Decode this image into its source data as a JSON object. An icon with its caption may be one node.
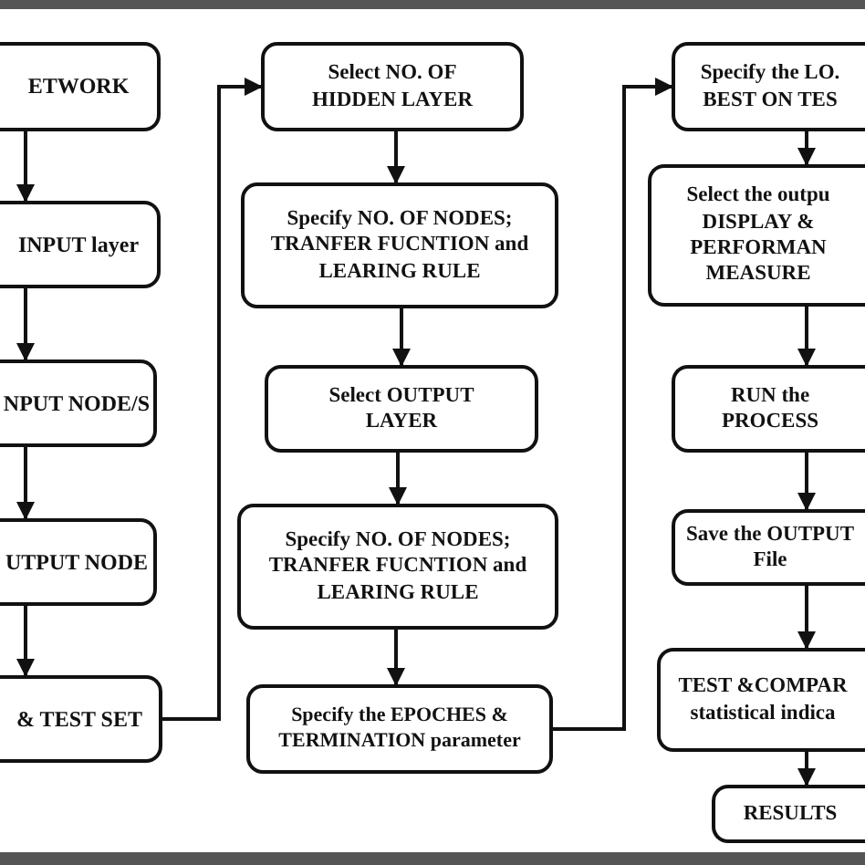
{
  "diagram": {
    "nodes": [
      {
        "text": [
          "ETWORK"
        ]
      },
      {
        "text": [
          "INPUT layer"
        ]
      },
      {
        "text": [
          "NPUT NODE/S"
        ]
      },
      {
        "text": [
          "UTPUT NODE"
        ]
      },
      {
        "text": [
          "& TEST SET"
        ]
      },
      {
        "text": [
          "Select NO. OF HIDDEN LAYER"
        ]
      },
      {
        "text": [
          "Specify NO. OF NODES; TRANFER FUCNTION and LEARING RULE"
        ]
      },
      {
        "text": [
          "Select OUTPUT LAYER"
        ]
      },
      {
        "text": [
          "Specify NO. OF NODES; TRANFER FUCNTION and LEARING RULE"
        ]
      },
      {
        "text": [
          "Specify the EPOCHES & TERMINATION parameter"
        ]
      },
      {
        "text": [
          "Specify the LO. BEST ON TES"
        ]
      },
      {
        "text": [
          "Select the outpu DISPLAY & PERFORMAN MEASURE"
        ]
      },
      {
        "text": [
          "RUN the PROCESS"
        ]
      },
      {
        "text": [
          "Save the OUTPUT File"
        ]
      },
      {
        "text": [
          "TEST &COMPAR statistical indica"
        ]
      },
      {
        "text": [
          "RESULTS"
        ]
      }
    ],
    "edges": [
      {
        "from": 0,
        "to": 1,
        "arrow": "to"
      },
      {
        "from": 1,
        "to": 2,
        "arrow": "to"
      },
      {
        "from": 2,
        "to": 3,
        "arrow": "to"
      },
      {
        "from": 3,
        "to": 4,
        "arrow": "to"
      },
      {
        "from": 4,
        "to": 5,
        "arrow": "to"
      },
      {
        "from": 5,
        "to": 6,
        "arrow": "to"
      },
      {
        "from": 6,
        "to": 7,
        "arrow": "to"
      },
      {
        "from": 7,
        "to": 8,
        "arrow": "to"
      },
      {
        "from": 8,
        "to": 9,
        "arrow": "to"
      },
      {
        "from": 9,
        "to": 10,
        "arrow": "to"
      },
      {
        "from": 10,
        "to": 11,
        "arrow": "to"
      },
      {
        "from": 11,
        "to": 12,
        "arrow": "to"
      },
      {
        "from": 12,
        "to": 13,
        "arrow": "to"
      },
      {
        "from": 13,
        "to": 14,
        "arrow": "to"
      },
      {
        "from": 14,
        "to": 15,
        "arrow": "to"
      }
    ]
  }
}
